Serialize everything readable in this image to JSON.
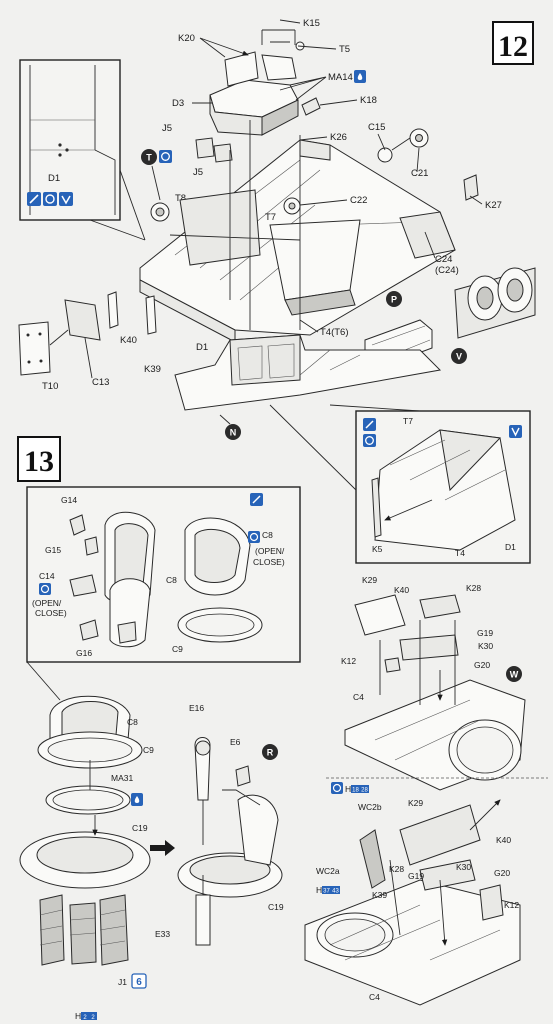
{
  "steps": {
    "step12": "12",
    "step13": "13"
  },
  "markers": {
    "T": "T",
    "N": "N",
    "P": "P",
    "V": "V",
    "W": "W",
    "R": "R"
  },
  "labels12": {
    "K15": "K15",
    "K20": "K20",
    "T5": "T5",
    "MA14": "MA14",
    "D3": "D3",
    "K18": "K18",
    "J5a": "J5",
    "J5b": "J5",
    "K26": "K26",
    "C15": "C15",
    "C21": "C21",
    "D1_inset": "D1",
    "T8": "T8",
    "T7": "T7",
    "C22": "C22",
    "K27": "K27",
    "C24": "C24",
    "C24b": "(C24)",
    "K40": "K40",
    "T10": "T10",
    "C13": "C13",
    "K39": "K39",
    "D1": "D1",
    "T4": "T4(T6)"
  },
  "inset12": {
    "T7": "T7",
    "K5": "K5",
    "T4": "T4",
    "D1": "D1"
  },
  "labels13": {
    "G14": "G14",
    "G15": "G15",
    "C14": "C14",
    "open_close_a": "(OPEN/",
    "open_close_a2": "CLOSE)",
    "C8a": "C8",
    "G16": "G16",
    "C8b": "C8",
    "open_close_b": "(OPEN/",
    "open_close_b2": "CLOSE)",
    "C9a": "C9",
    "C8c": "C8",
    "C9b": "C9",
    "MA31": "MA31",
    "C19a": "C19",
    "J1": "J1",
    "x6": "6",
    "E16": "E16",
    "E6": "E6",
    "C19b": "C19",
    "E33": "E33",
    "K29a": "K29",
    "K40a": "K40",
    "K28a": "K28",
    "G19a": "G19",
    "K30a": "K30",
    "K12a": "K12",
    "G20a": "G20",
    "C4a": "C4",
    "WC2b": "WC2b",
    "K29b": "K29",
    "K40b": "K40",
    "WC2a": "WC2a",
    "K28b": "K28",
    "K30b": "K30",
    "G19b": "G19",
    "G20b": "G20",
    "K39": "K39",
    "K12b": "K12",
    "C4b": "C4",
    "H_ref1": "H",
    "H_ref2": "H",
    "H_ref3": "H",
    "ref1a": "18",
    "ref1b": "28",
    "ref2a": "37",
    "ref2b": "43",
    "ref3a": "2",
    "ref3b": "2"
  },
  "icons": {
    "drill": "drill-icon",
    "glue": "glue-icon",
    "paint": "paint-icon",
    "swap": "swap-icon",
    "cut": "cut-icon"
  }
}
